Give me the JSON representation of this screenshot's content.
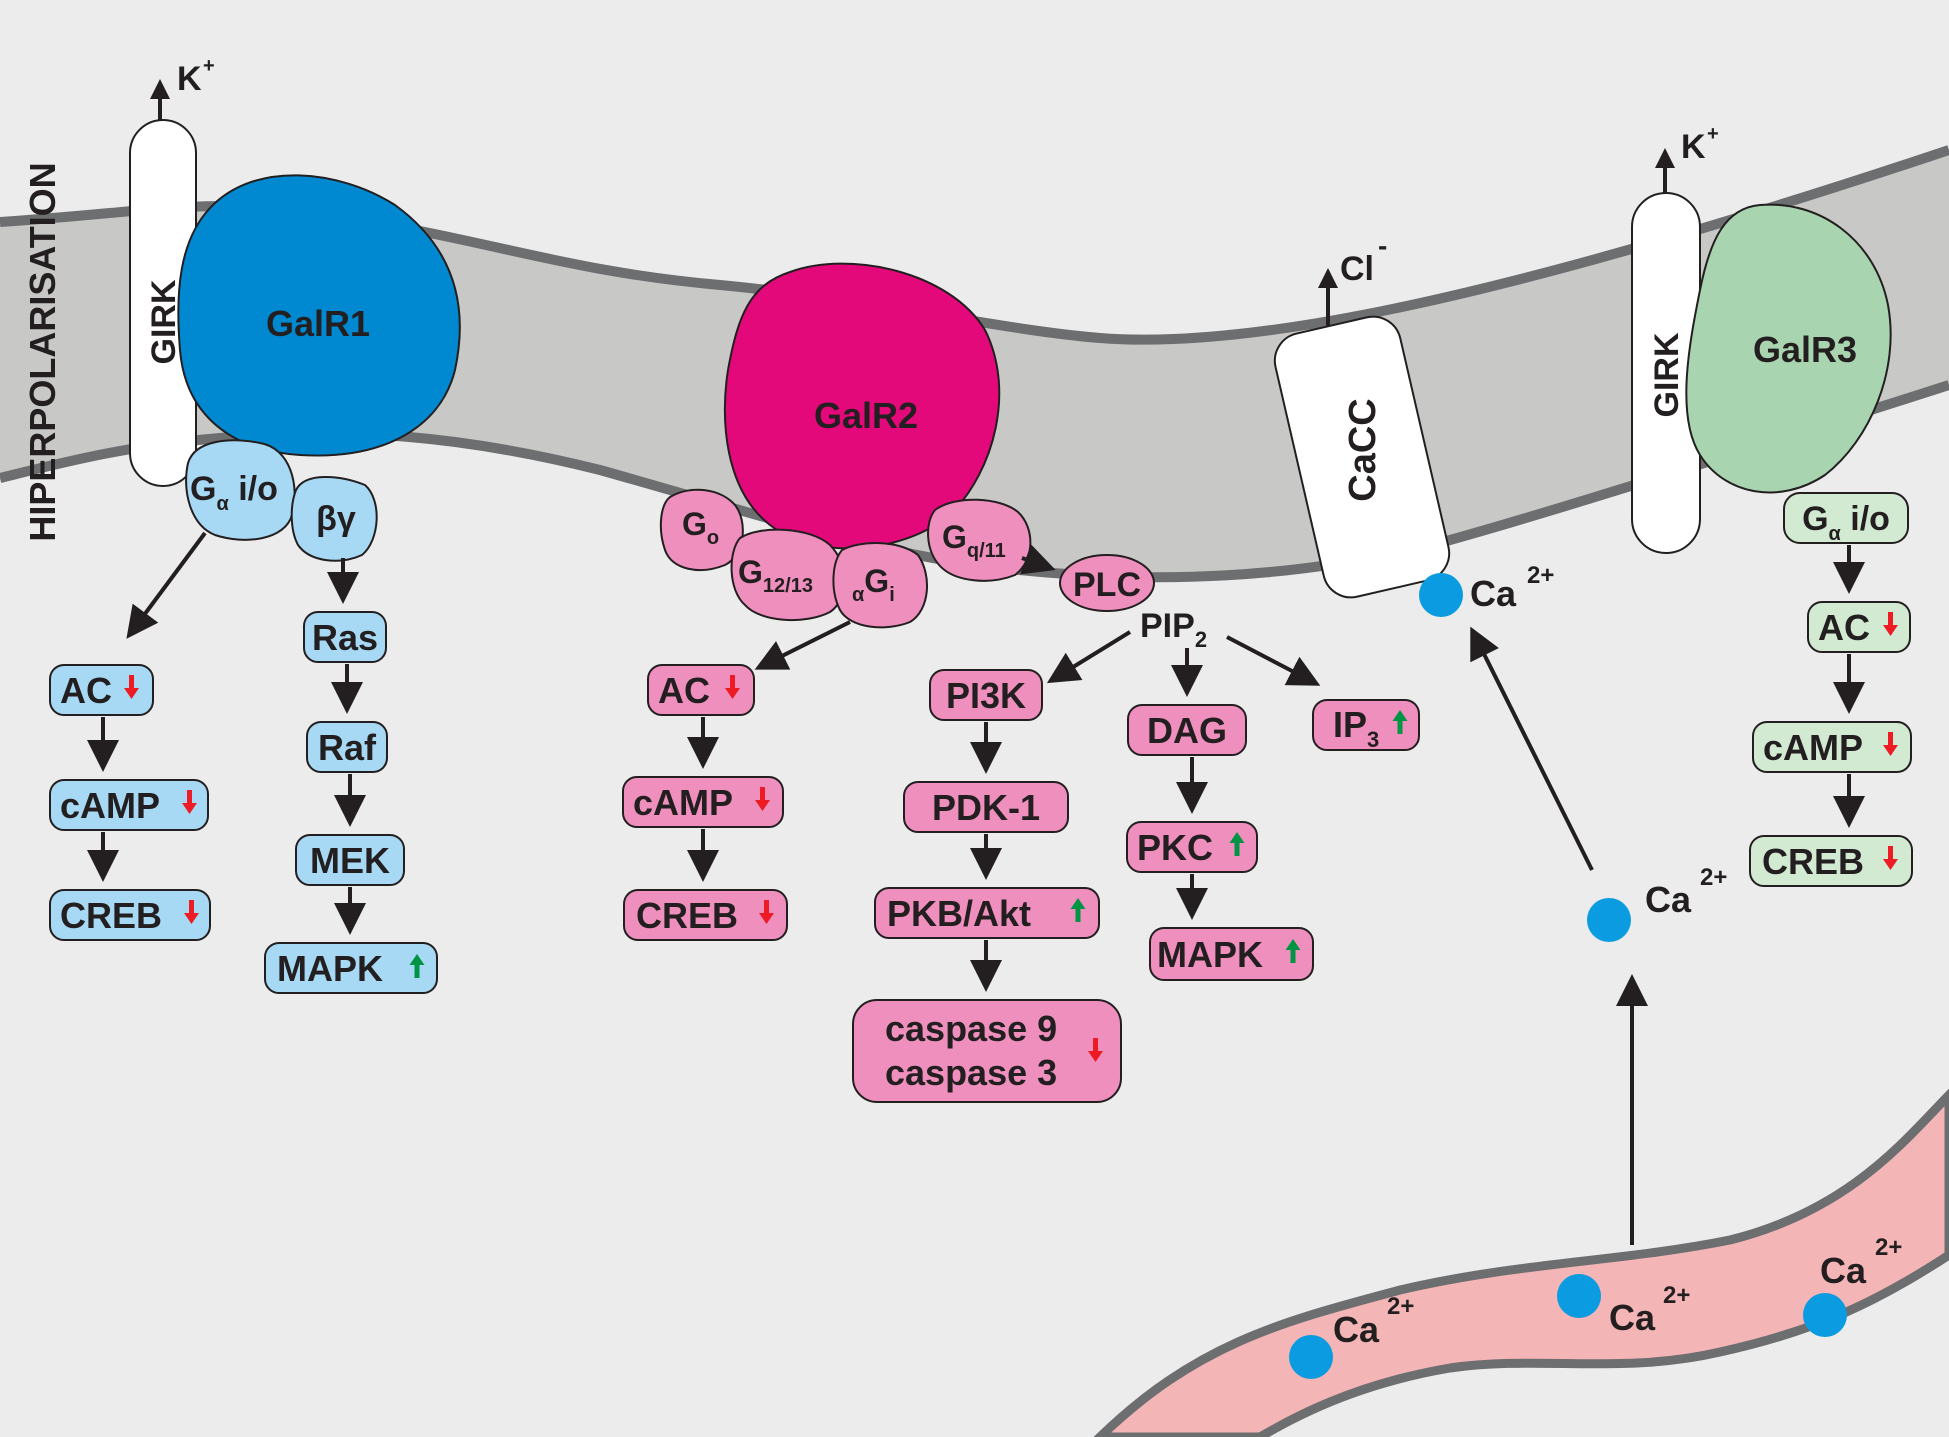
{
  "side_label": "HIPERPOLARISATION",
  "ions": {
    "k": "K",
    "k_sup": "+",
    "cl": "Cl",
    "cl_sup": "-",
    "ca": "Ca",
    "ca_sup": "2+"
  },
  "channels": {
    "girk": "GIRK",
    "cacc": "CaCC"
  },
  "receptors": {
    "galr1": {
      "label": "GalR1",
      "color": "#0089d0"
    },
    "galr2": {
      "label": "GalR2",
      "color": "#e3097a"
    },
    "galr3": {
      "label": "GalR3",
      "color": "#a8d5b0"
    }
  },
  "g_proteins": {
    "g": "G",
    "alpha": "α",
    "io": " i/o",
    "bg": "βγ",
    "o": "o",
    "g1213": "12/13",
    "i": "i",
    "q11": "q/11"
  },
  "nodes": {
    "plc": "PLC",
    "pip": "PIP",
    "pip_sub": "2",
    "ac": "AC",
    "camp": "cAMP",
    "creb": "CREB",
    "ras": "Ras",
    "raf": "Raf",
    "mek": "MEK",
    "mapk": "MAPK",
    "pi3k": "PI3K",
    "pdk1": "PDK-1",
    "pkb": "PKB/Akt",
    "casp9": "caspase 9",
    "casp3": "caspase 3",
    "dag": "DAG",
    "pkc": "PKC",
    "ip": "IP",
    "ip_sub": "3"
  },
  "colors": {
    "blue_box": "#a7d9f5",
    "pink_box": "#ef8fbd",
    "green_box": "#d3ead2",
    "membrane": "#c8c8c7",
    "er": "#f4b5b6",
    "calcium": "#0b9be0",
    "up_arrow": "#009444",
    "down_arrow": "#ed1c24"
  }
}
